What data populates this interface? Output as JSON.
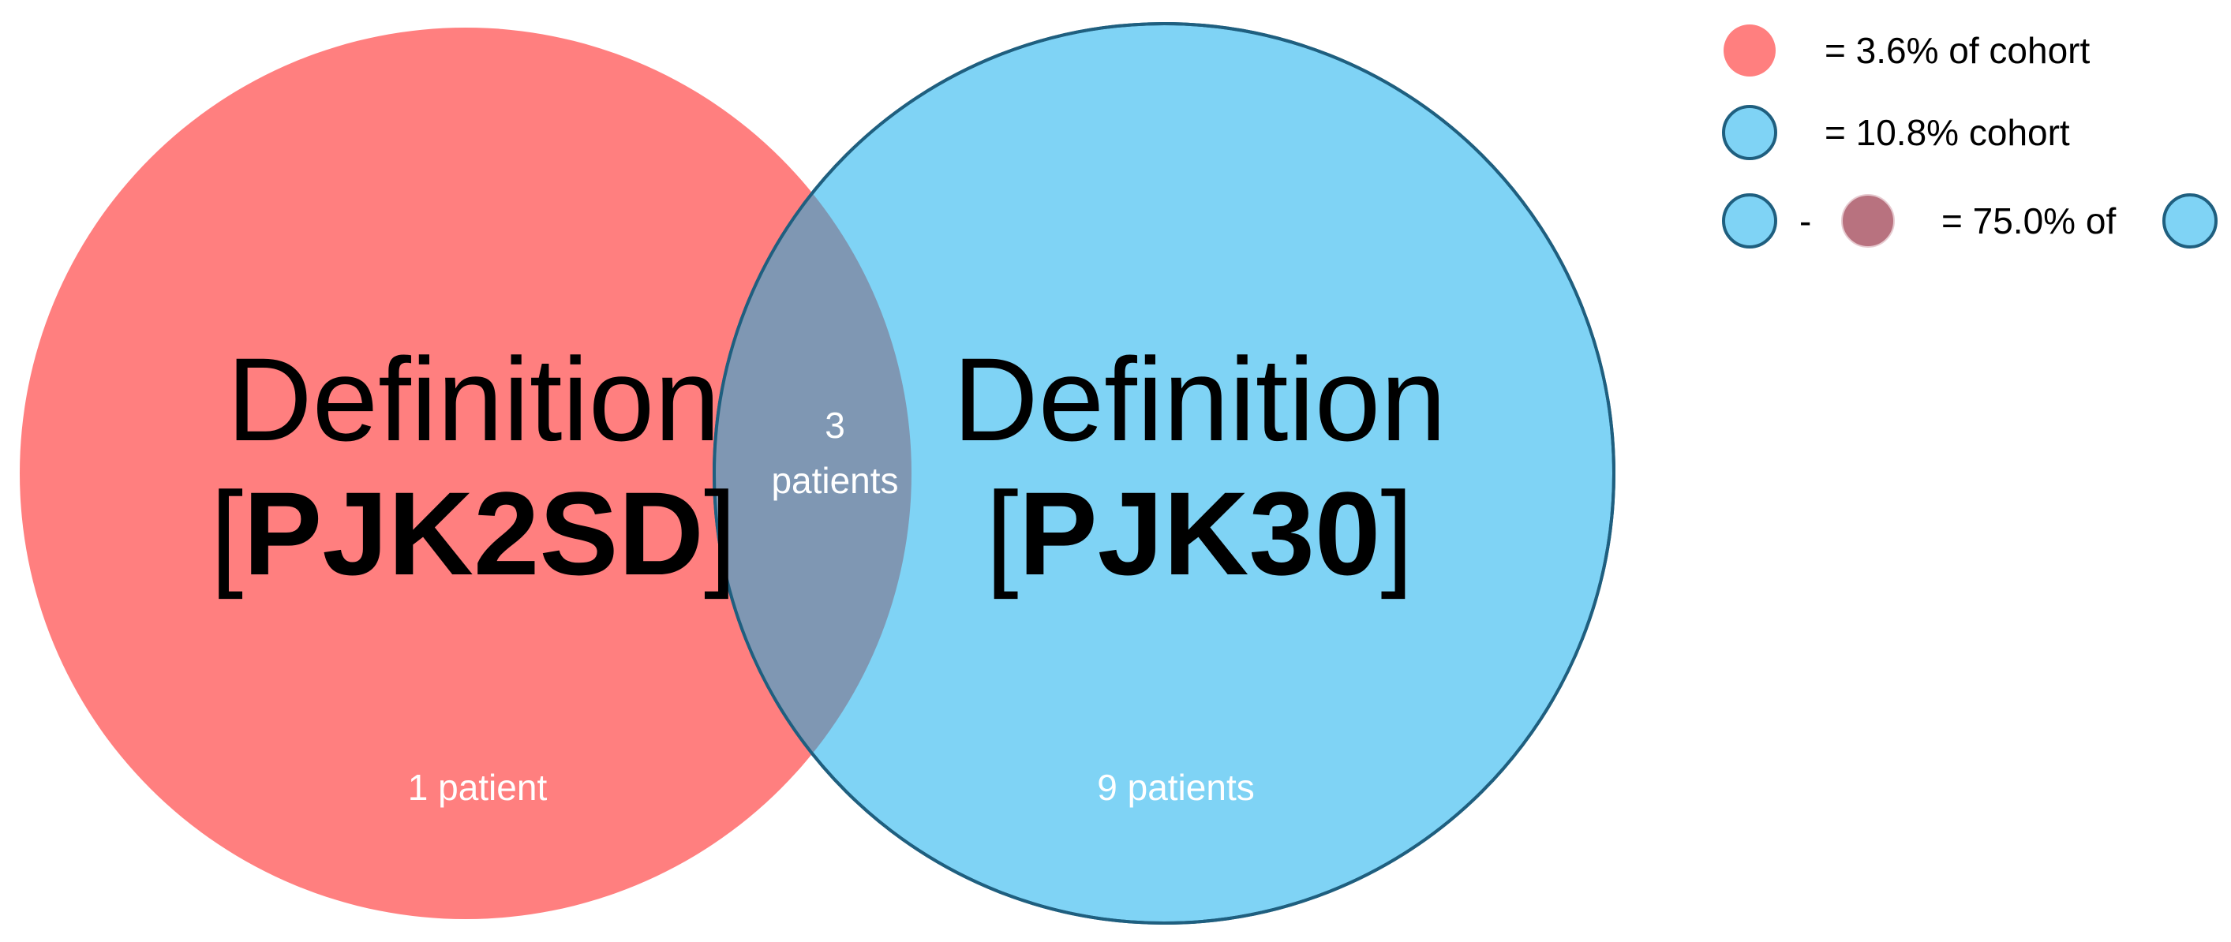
{
  "colors": {
    "set_a_fill": "#ff7f7f",
    "set_b_fill": "#7fd3f5",
    "set_b_stroke": "#1f5f7f",
    "overlap_fill": "#7f97b3",
    "legend_overlap_fill": "#b8727f",
    "background": "#ffffff"
  },
  "venn": {
    "set_a": {
      "label_line1": "Definition",
      "label_code": "PJK2SD",
      "bracket_open": "[",
      "bracket_close": "]",
      "only_count": "1 patient"
    },
    "set_b": {
      "label_line1": "Definition",
      "label_code": "PJK30",
      "bracket_open": "[",
      "bracket_close": "]",
      "only_count": "9 patients"
    },
    "overlap": {
      "count_line1": "3",
      "count_line2": "patients"
    }
  },
  "legend": {
    "items": [
      {
        "text": "= 3.6% of cohort",
        "icon": "red-circle-icon"
      },
      {
        "text": "= 10.8% cohort",
        "icon": "blue-circle-icon"
      },
      {
        "minus": "-",
        "text": "= 75.0% of",
        "icon": "blue-circle-icon"
      }
    ]
  }
}
